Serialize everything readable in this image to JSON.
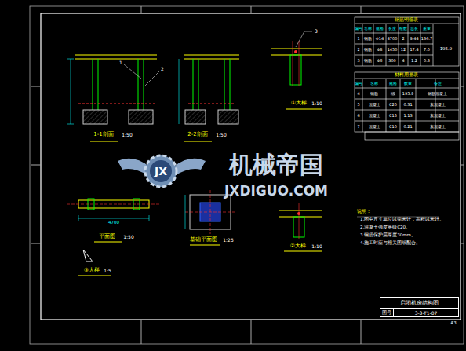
{
  "diagram": {
    "nodes": [
      {
        "text": [
          "启闭机房结构图"
        ]
      },
      {
        "text": [
          "图号",
          "3-3-T1-07"
        ]
      }
    ],
    "labels": [
      "1-1剖面",
      "1:50",
      "2-2剖面",
      "1:50",
      "①大样",
      "1:10",
      "平面图",
      "1:50",
      "基础平面图",
      "1:25",
      "②大样",
      "1:10",
      "③大样",
      "1:5",
      "机械帝国",
      "JXDIGUO.COM",
      "4700",
      "1",
      "2",
      "3",
      "钢筋明细表",
      "编号",
      "名称",
      "规格",
      "长度",
      "根数",
      "总长",
      "重量",
      "1",
      "钢筋",
      "Φ14",
      "4700",
      "2",
      "9.44",
      "136.7",
      "2",
      "钢筋",
      "Φ8",
      "1450",
      "12",
      "17.4",
      "7.0",
      "3",
      "钢筋",
      "Φ6",
      "300",
      "4",
      "1.2",
      "0.3",
      "195.9",
      "材料用量表",
      "编号",
      "名称",
      "规格",
      "数量",
      "备注",
      "4",
      "钢筋",
      "Ⅰ级",
      "195.9",
      "钢筋混凝土",
      "5",
      "混凝土",
      "C20",
      "0.31",
      "素混凝土",
      "6",
      "混凝土",
      "C15",
      "1.13",
      "素混凝土",
      "7",
      "混凝土",
      "C10",
      "0.21",
      "素混凝土",
      "说明：",
      "1.图中尺寸单位以毫米计，高程以米计。",
      "2.混凝土强度等级C20。",
      "3.钢筋保护层厚度30mm。",
      "4.施工时应与相关图纸配合。",
      "A3",
      "JX"
    ]
  }
}
